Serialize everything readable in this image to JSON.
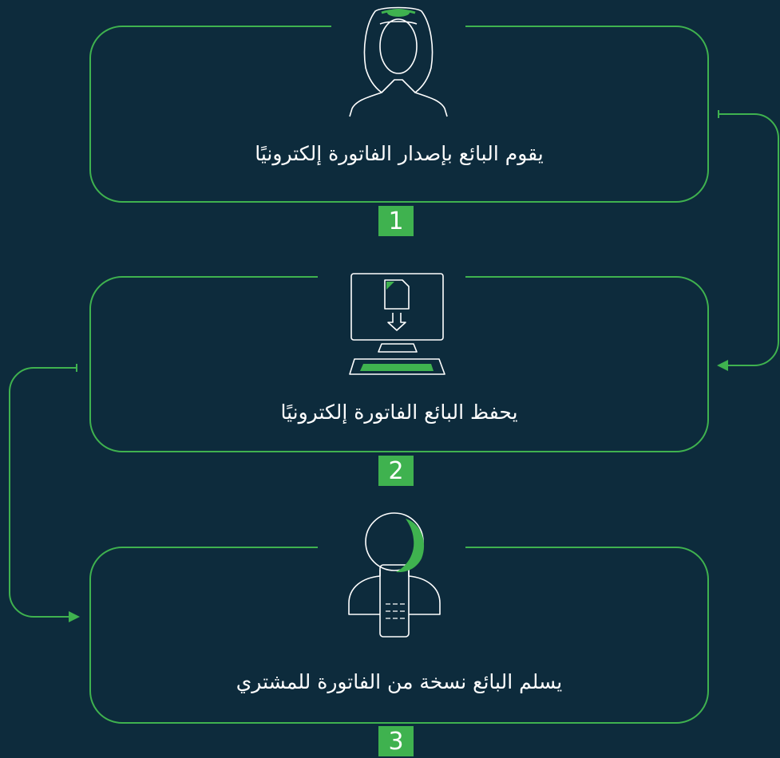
{
  "steps": [
    {
      "number": "1",
      "text": "يقوم البائع بإصدار الفاتورة إلكترونيًا",
      "icon": "person-ghutra-icon"
    },
    {
      "number": "2",
      "text": "يحفظ البائع الفاتورة إلكترونيًا",
      "icon": "computer-download-icon"
    },
    {
      "number": "3",
      "text": "يسلم البائع نسخة من الفاتورة للمشتري",
      "icon": "person-phone-icon"
    }
  ],
  "colors": {
    "background": "#0d2b3c",
    "accent": "#3fb24f",
    "line": "#ffffff"
  }
}
